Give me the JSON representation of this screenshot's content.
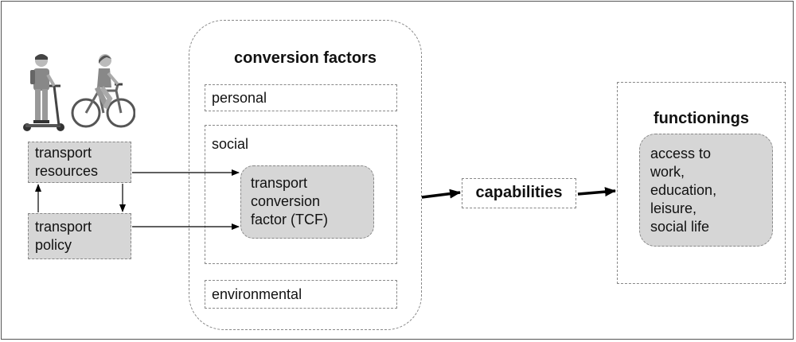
{
  "conversion_factors": {
    "title": "conversion factors",
    "personal": "personal",
    "social": "social",
    "environmental": "environmental",
    "tcf": "transport\nconversion\nfactor (TCF)"
  },
  "inputs": {
    "resources": "transport\nresources",
    "policy": "transport\npolicy"
  },
  "capabilities": "capabilities",
  "functionings": {
    "title": "functionings",
    "items": "access to\nwork,\neducation,\nleisure,\nsocial life"
  }
}
